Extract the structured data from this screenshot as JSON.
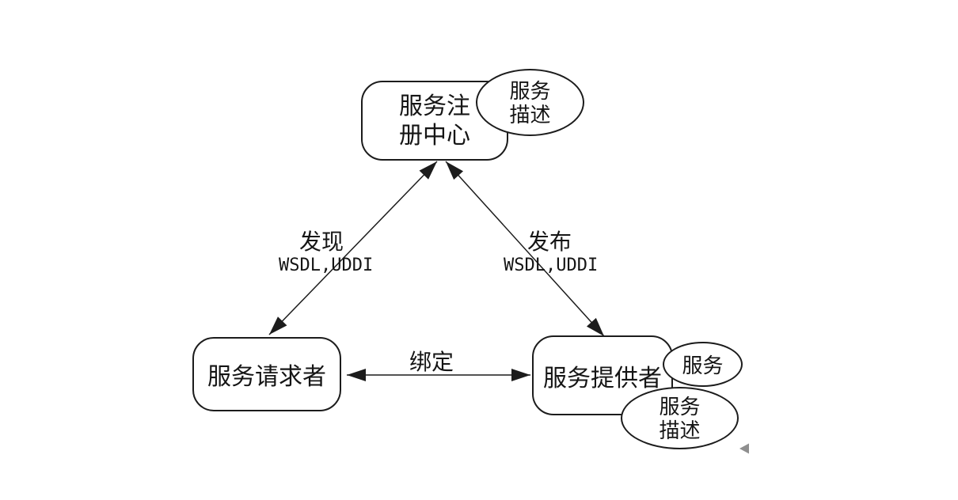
{
  "diagram": {
    "nodes": {
      "registry": {
        "label": "服务注册中心"
      },
      "requester": {
        "label": "服务请求者"
      },
      "provider": {
        "label": "服务提供者"
      },
      "registry_description": {
        "label": "服务描述"
      },
      "provider_service": {
        "label": "服务"
      },
      "provider_description": {
        "label": "服务描述"
      }
    },
    "edges": {
      "discover": {
        "label": "发现",
        "protocols": "WSDL,UDDI"
      },
      "publish": {
        "label": "发布",
        "protocols": "WSDL,UDDI"
      },
      "bind": {
        "label": "绑定"
      }
    },
    "colors": {
      "line": "#1c1c1c",
      "node_fill": "#ffffff",
      "background": "#ffffff",
      "cursor_arrow": "#8f8f8f"
    }
  }
}
